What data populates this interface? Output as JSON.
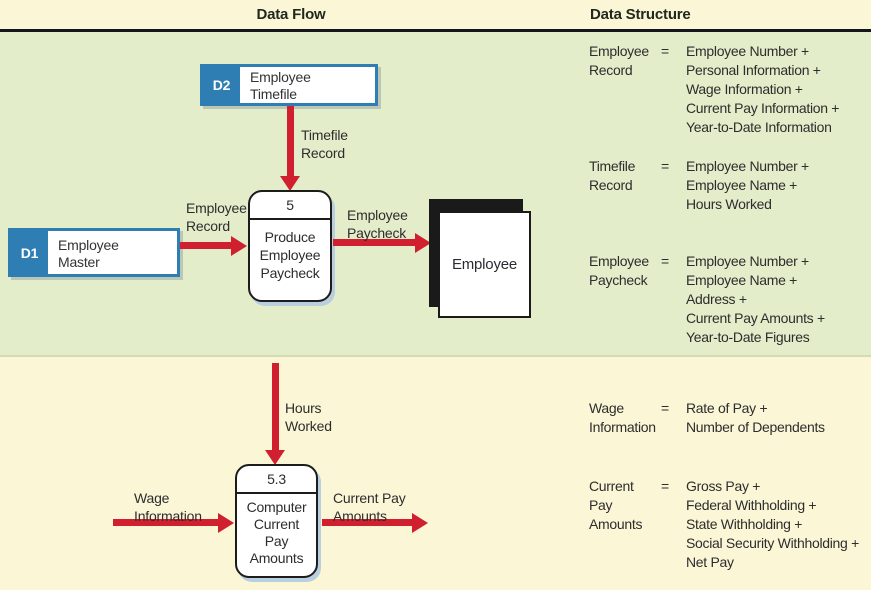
{
  "header": {
    "data_flow_title": "Data Flow",
    "data_structure_title": "Data Structure"
  },
  "colors": {
    "section_yellow": "#fbf6d6",
    "section_green": "#e4edca",
    "arrow_red": "#d01f2f",
    "datastore_blue": "#2e7eb4",
    "divider_dark": "#15151d",
    "process_shadow_blue": "#b9cfdf"
  },
  "data_flow": {
    "datastores": [
      {
        "id": "D2",
        "name": "Employee\nTimefile"
      },
      {
        "id": "D1",
        "name": "Employee\nMaster"
      }
    ],
    "processes": [
      {
        "number": "5",
        "name": "Produce\nEmployee\nPaycheck"
      },
      {
        "number": "5.3",
        "name": "Computer\nCurrent\nPay\nAmounts"
      }
    ],
    "external_entities": [
      {
        "name": "Employee"
      }
    ],
    "flows": [
      {
        "label": "Timefile\nRecord"
      },
      {
        "label": "Employee\nRecord"
      },
      {
        "label": "Employee\nPaycheck"
      },
      {
        "label": "Hours\nWorked"
      },
      {
        "label": "Wage\nInformation"
      },
      {
        "label": "Current Pay\nAmounts"
      }
    ]
  },
  "data_structure": {
    "entries": [
      {
        "term": "Employee\nRecord",
        "eq": "=",
        "definition": "Employee Number +\nPersonal Information +\nWage Information +\nCurrent Pay Information +\nYear-to-Date Information"
      },
      {
        "term": "Timefile\nRecord",
        "eq": "=",
        "definition": "Employee Number +\nEmployee Name +\nHours Worked"
      },
      {
        "term": "Employee\nPaycheck",
        "eq": "=",
        "definition": "Employee Number +\nEmployee Name +\nAddress +\nCurrent Pay Amounts +\nYear-to-Date Figures"
      },
      {
        "term": "Wage\nInformation",
        "eq": "=",
        "definition": "Rate of Pay +\nNumber of Dependents"
      },
      {
        "term": "Current\nPay\nAmounts",
        "eq": "=",
        "definition": "Gross Pay +\nFederal Withholding +\nState Withholding +\nSocial Security Withholding +\nNet Pay"
      }
    ]
  }
}
